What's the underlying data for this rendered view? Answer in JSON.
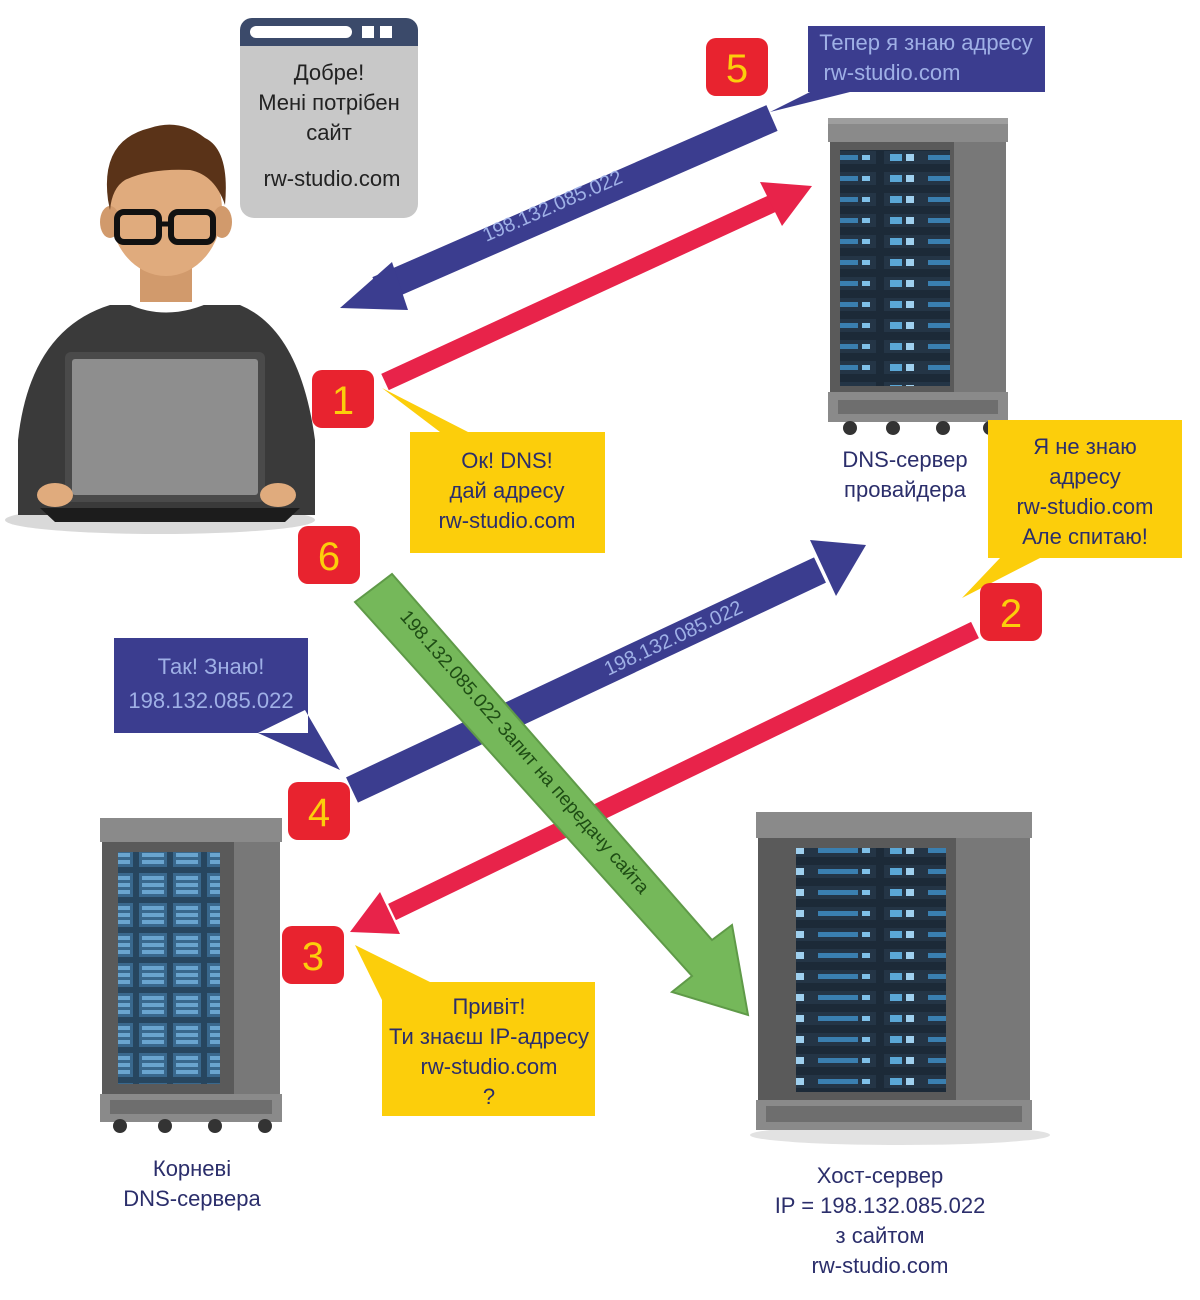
{
  "colors": {
    "red": "#e8234a",
    "navy": "#3b3d8f",
    "green": "#75b85a",
    "yellow": "#fcce0b",
    "gray_bubble": "#c8c8c8",
    "badge": "#e8232f",
    "label_dark": "#2b2e6b"
  },
  "user_window": {
    "lines": [
      "Добре!",
      "Мені потрібен",
      "сайт",
      "rw-studio.com"
    ]
  },
  "bubbles": {
    "step1": [
      "Ок! DNS!",
      "дай адресу",
      "rw-studio.com"
    ],
    "step2": [
      "Я не знаю",
      "адресу",
      "rw-studio.com",
      "Але спитаю!"
    ],
    "step3": [
      "Привіт!",
      "Ти знаєш IP-адресу",
      "rw-studio.com",
      "?"
    ],
    "step4": [
      "Так! Знаю!",
      "198.132.085.022"
    ],
    "step5": [
      "Тепер я знаю адресу",
      "rw-studio.com"
    ]
  },
  "arrows": {
    "ip_label_top": "198.132.085.022",
    "ip_label_middle": "198.132.085.022",
    "green_label": "198.132.085.022  Запит на передачу сайта"
  },
  "steps": [
    "1",
    "2",
    "3",
    "4",
    "5",
    "6"
  ],
  "servers": {
    "provider": [
      "DNS-сервер",
      "провайдера"
    ],
    "root": [
      "Корневі",
      "DNS-сервера"
    ],
    "host": [
      "Хост-сервер",
      "IP = 198.132.085.022",
      "з сайтом",
      "rw-studio.com"
    ]
  }
}
